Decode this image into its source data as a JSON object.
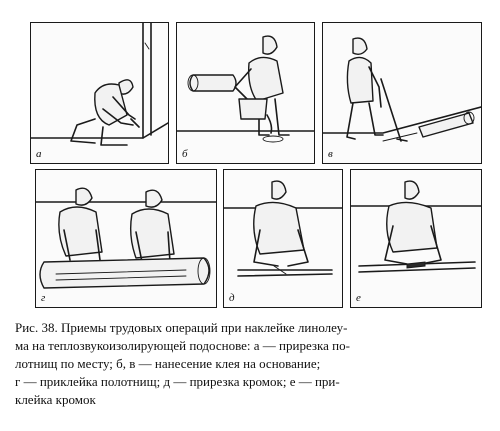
{
  "figure": {
    "panels": [
      {
        "id": "a",
        "label": "а"
      },
      {
        "id": "b",
        "label": "б"
      },
      {
        "id": "v",
        "label": "в"
      },
      {
        "id": "g",
        "label": "г"
      },
      {
        "id": "d",
        "label": "д"
      },
      {
        "id": "e",
        "label": "е"
      }
    ]
  },
  "caption": {
    "lines": [
      "Рис. 38. Приемы трудовых операций при наклейке линолеу-",
      "ма на теплозвукоизолирующей подоснове: а — прирезка по-",
      "лотнищ по месту; б, в — нанесение клея на основание;",
      "г — приклейка полотнищ; д — прирезка кромок; е — при-",
      "клейка кромок"
    ]
  }
}
